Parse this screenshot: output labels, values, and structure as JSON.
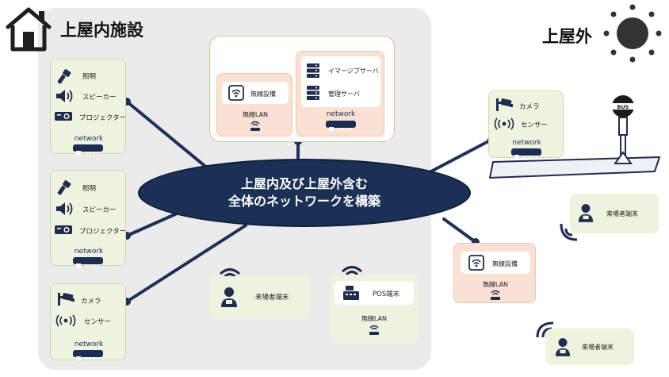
{
  "indoor": {
    "title": "上屋内施設",
    "left_group_1": {
      "items": [
        {
          "icon": "flashlight-icon",
          "label": "照明"
        },
        {
          "icon": "speaker-icon",
          "label": "スピーカー"
        },
        {
          "icon": "projector-icon",
          "label": "プロジェクター"
        }
      ],
      "network_label": "network"
    },
    "left_group_2": {
      "items": [
        {
          "icon": "flashlight-icon",
          "label": "照明"
        },
        {
          "icon": "speaker-icon",
          "label": "スピーカー"
        },
        {
          "icon": "projector-icon",
          "label": "プロジェクター"
        }
      ],
      "network_label": "network"
    },
    "left_group_3": {
      "items": [
        {
          "icon": "camera-icon",
          "label": "カメラ"
        },
        {
          "icon": "sensor-icon",
          "label": "センサー"
        }
      ],
      "network_label": "network"
    },
    "server_group": {
      "wireless_label": "無線設備",
      "wireless_lan_label": "無線LAN",
      "servers": [
        "イマージブサーバ",
        "管理サーバ"
      ],
      "network_label": "network"
    },
    "visitor_terminal_label": "来場者端末",
    "pos_terminal": {
      "label": "POS端末",
      "wireless_lan_label": "無線LAN"
    }
  },
  "hub": {
    "line1": "上屋内及び上屋外含む",
    "line2": "全体のネットワークを構築"
  },
  "outdoor": {
    "title": "上屋外",
    "camera_group": {
      "items": [
        {
          "icon": "camera-icon",
          "label": "カメラ"
        },
        {
          "icon": "sensor-icon",
          "label": "センサー"
        }
      ],
      "network_label": "network"
    },
    "bus_sign_label": "BUS",
    "visitor_terminal_label_1": "来場者端末",
    "visitor_terminal_label_2": "来場者端末",
    "wireless_group": {
      "wireless_label": "無線設備",
      "wireless_lan_label": "無線LAN"
    }
  },
  "colors": {
    "hub": "#1a3055",
    "line": "#1e3158",
    "green_panel": "#eef4df",
    "orange_panel": "#f9e2d4",
    "indoor_bg": "#ebebeb"
  }
}
